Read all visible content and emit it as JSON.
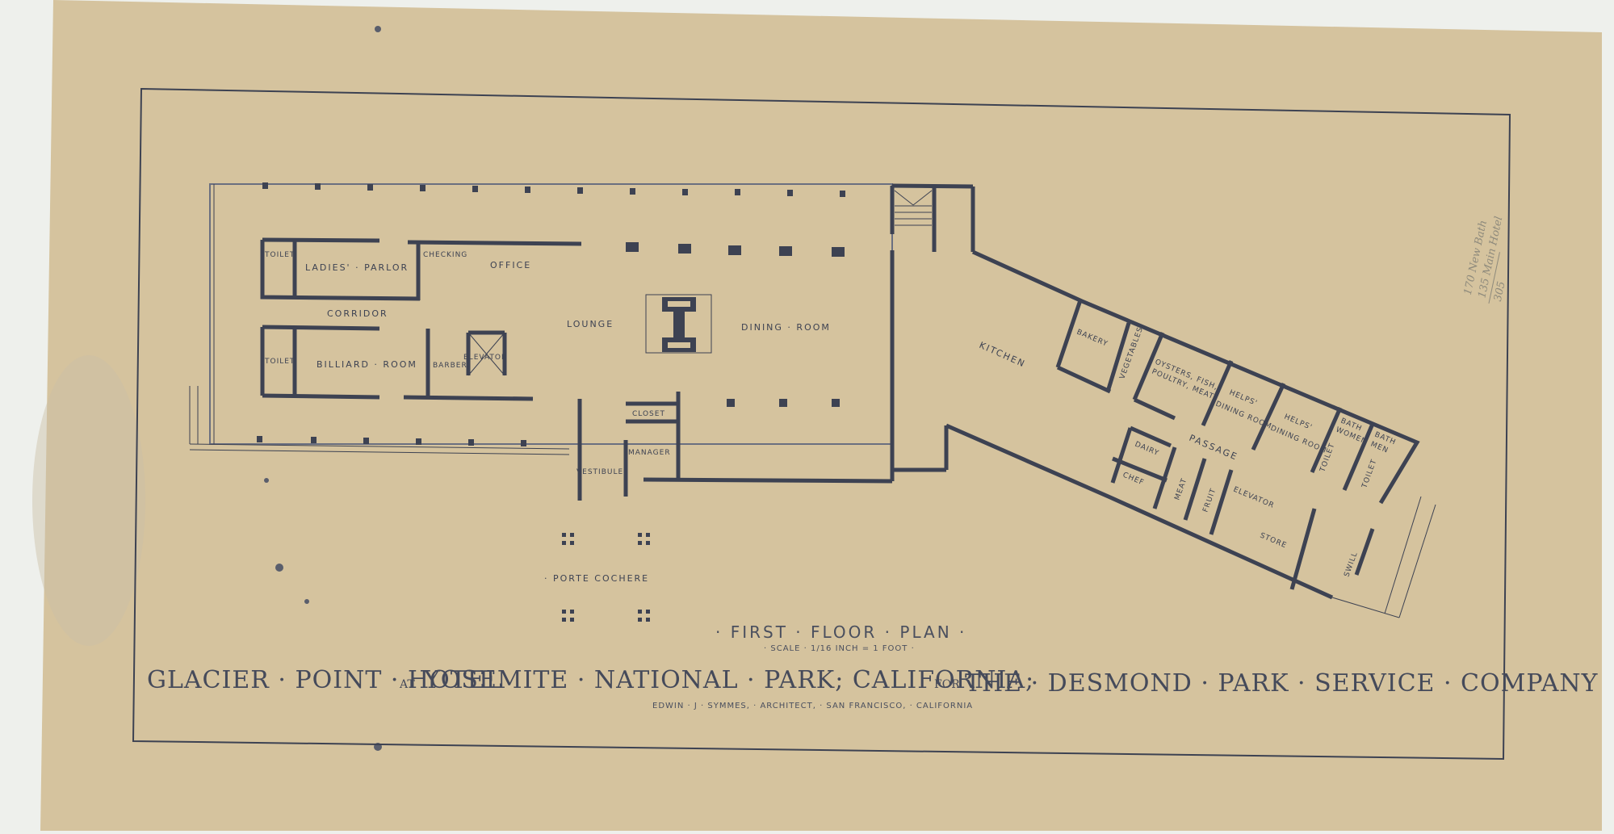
{
  "sheet": {
    "paper_color": "#d5c39e",
    "ink_color": "#3d4252",
    "background_color": "#eef0ec"
  },
  "title_block": {
    "main_title": "GLACIER · POINT · HOTEL",
    "at": "AT",
    "location": "YOSEMITE · NATIONAL · PARK; CALIFORNIA;",
    "for": "FOR",
    "client": "THE · DESMOND · PARK · SERVICE · COMPANY",
    "architect": "EDWIN · J · SYMMES, · ARCHITECT, · SAN FRANCISCO, · CALIFORNIA"
  },
  "plan": {
    "title": "· FIRST · FLOOR · PLAN ·",
    "scale": "· SCALE · 1/16 INCH = 1 FOOT ·"
  },
  "rooms": {
    "toilet_upper": "TOILET",
    "ladies_parlor": "LADIES' · PARLOR",
    "checking": "CHECKING",
    "office": "OFFICE",
    "corridor": "CORRIDOR",
    "toilet_lower": "TOILET",
    "billiard_room": "BILLIARD · ROOM",
    "barber": "BARBER",
    "elevator": "ELEVATOR",
    "lounge": "LOUNGE",
    "dining_room": "DINING · ROOM",
    "closet": "CLOSET",
    "manager": "MANAGER",
    "vestibule": "VESTIBULE",
    "porte_cochere": "· PORTE   COCHERE",
    "kitchen": "KITCHEN",
    "bakery": "BAKERY",
    "vegetables": "VEGETABLES",
    "oysters_1": "OYSTERS, FISH,",
    "oysters_2": "POULTRY, MEAT",
    "helps_dining_1a": "HELPS'",
    "helps_dining_1b": "DINING ROOM",
    "helps_dining_2a": "HELPS'",
    "helps_dining_2b": "DINING ROOM",
    "bath_women_a": "BATH",
    "bath_women_b": "WOMEN",
    "bath_men_a": "BATH",
    "bath_men_b": "MEN",
    "toilet_w": "TOILET",
    "toilet_m": "TOILET",
    "passage": "PASSAGE",
    "dairy": "DAIRY",
    "chef": "CHEF",
    "meat": "MEAT",
    "fruit": "FRUIT",
    "elevator_service": "ELEVATOR",
    "store": "STORE",
    "swill": "SWILL"
  },
  "margin_note": {
    "line1": "170  New Bath",
    "line2": "135  Main Hotel",
    "total": "305"
  }
}
